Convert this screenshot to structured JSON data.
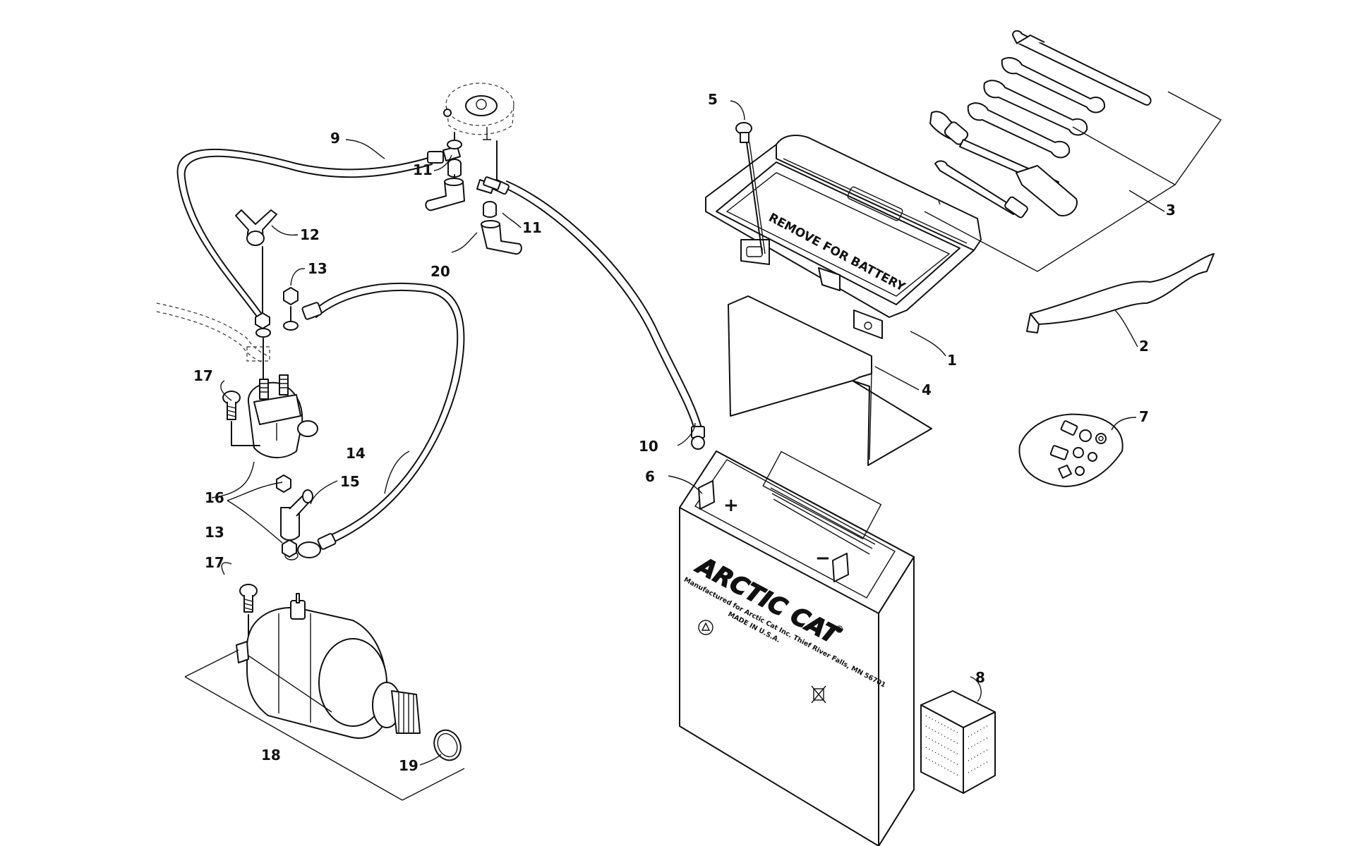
{
  "parts": [
    {
      "id": "1",
      "label": "1"
    },
    {
      "id": "2",
      "label": "2"
    },
    {
      "id": "3",
      "label": "3"
    },
    {
      "id": "4",
      "label": "4"
    },
    {
      "id": "5",
      "label": "5"
    },
    {
      "id": "6",
      "label": "6"
    },
    {
      "id": "7",
      "label": "7"
    },
    {
      "id": "8",
      "label": "8"
    },
    {
      "id": "9",
      "label": "9"
    },
    {
      "id": "10",
      "label": "10"
    },
    {
      "id": "11",
      "label": "11"
    },
    {
      "id": "12",
      "label": "12"
    },
    {
      "id": "13",
      "label": "13"
    },
    {
      "id": "14",
      "label": "14"
    },
    {
      "id": "15",
      "label": "15"
    },
    {
      "id": "16",
      "label": "16"
    },
    {
      "id": "17",
      "label": "17"
    },
    {
      "id": "18",
      "label": "18"
    },
    {
      "id": "19",
      "label": "19"
    },
    {
      "id": "20",
      "label": "20"
    }
  ],
  "battery": {
    "brand": "ARCTIC CAT",
    "brand_mark": "®",
    "plus": "+",
    "minus": "−",
    "manufacturer_line": "Manufactured for Arctic Cat Inc. Thief River Falls, MN 56701",
    "made_in": "MADE IN U.S.A."
  },
  "battery_tray": {
    "text": "REMOVE FOR BATTERY"
  }
}
